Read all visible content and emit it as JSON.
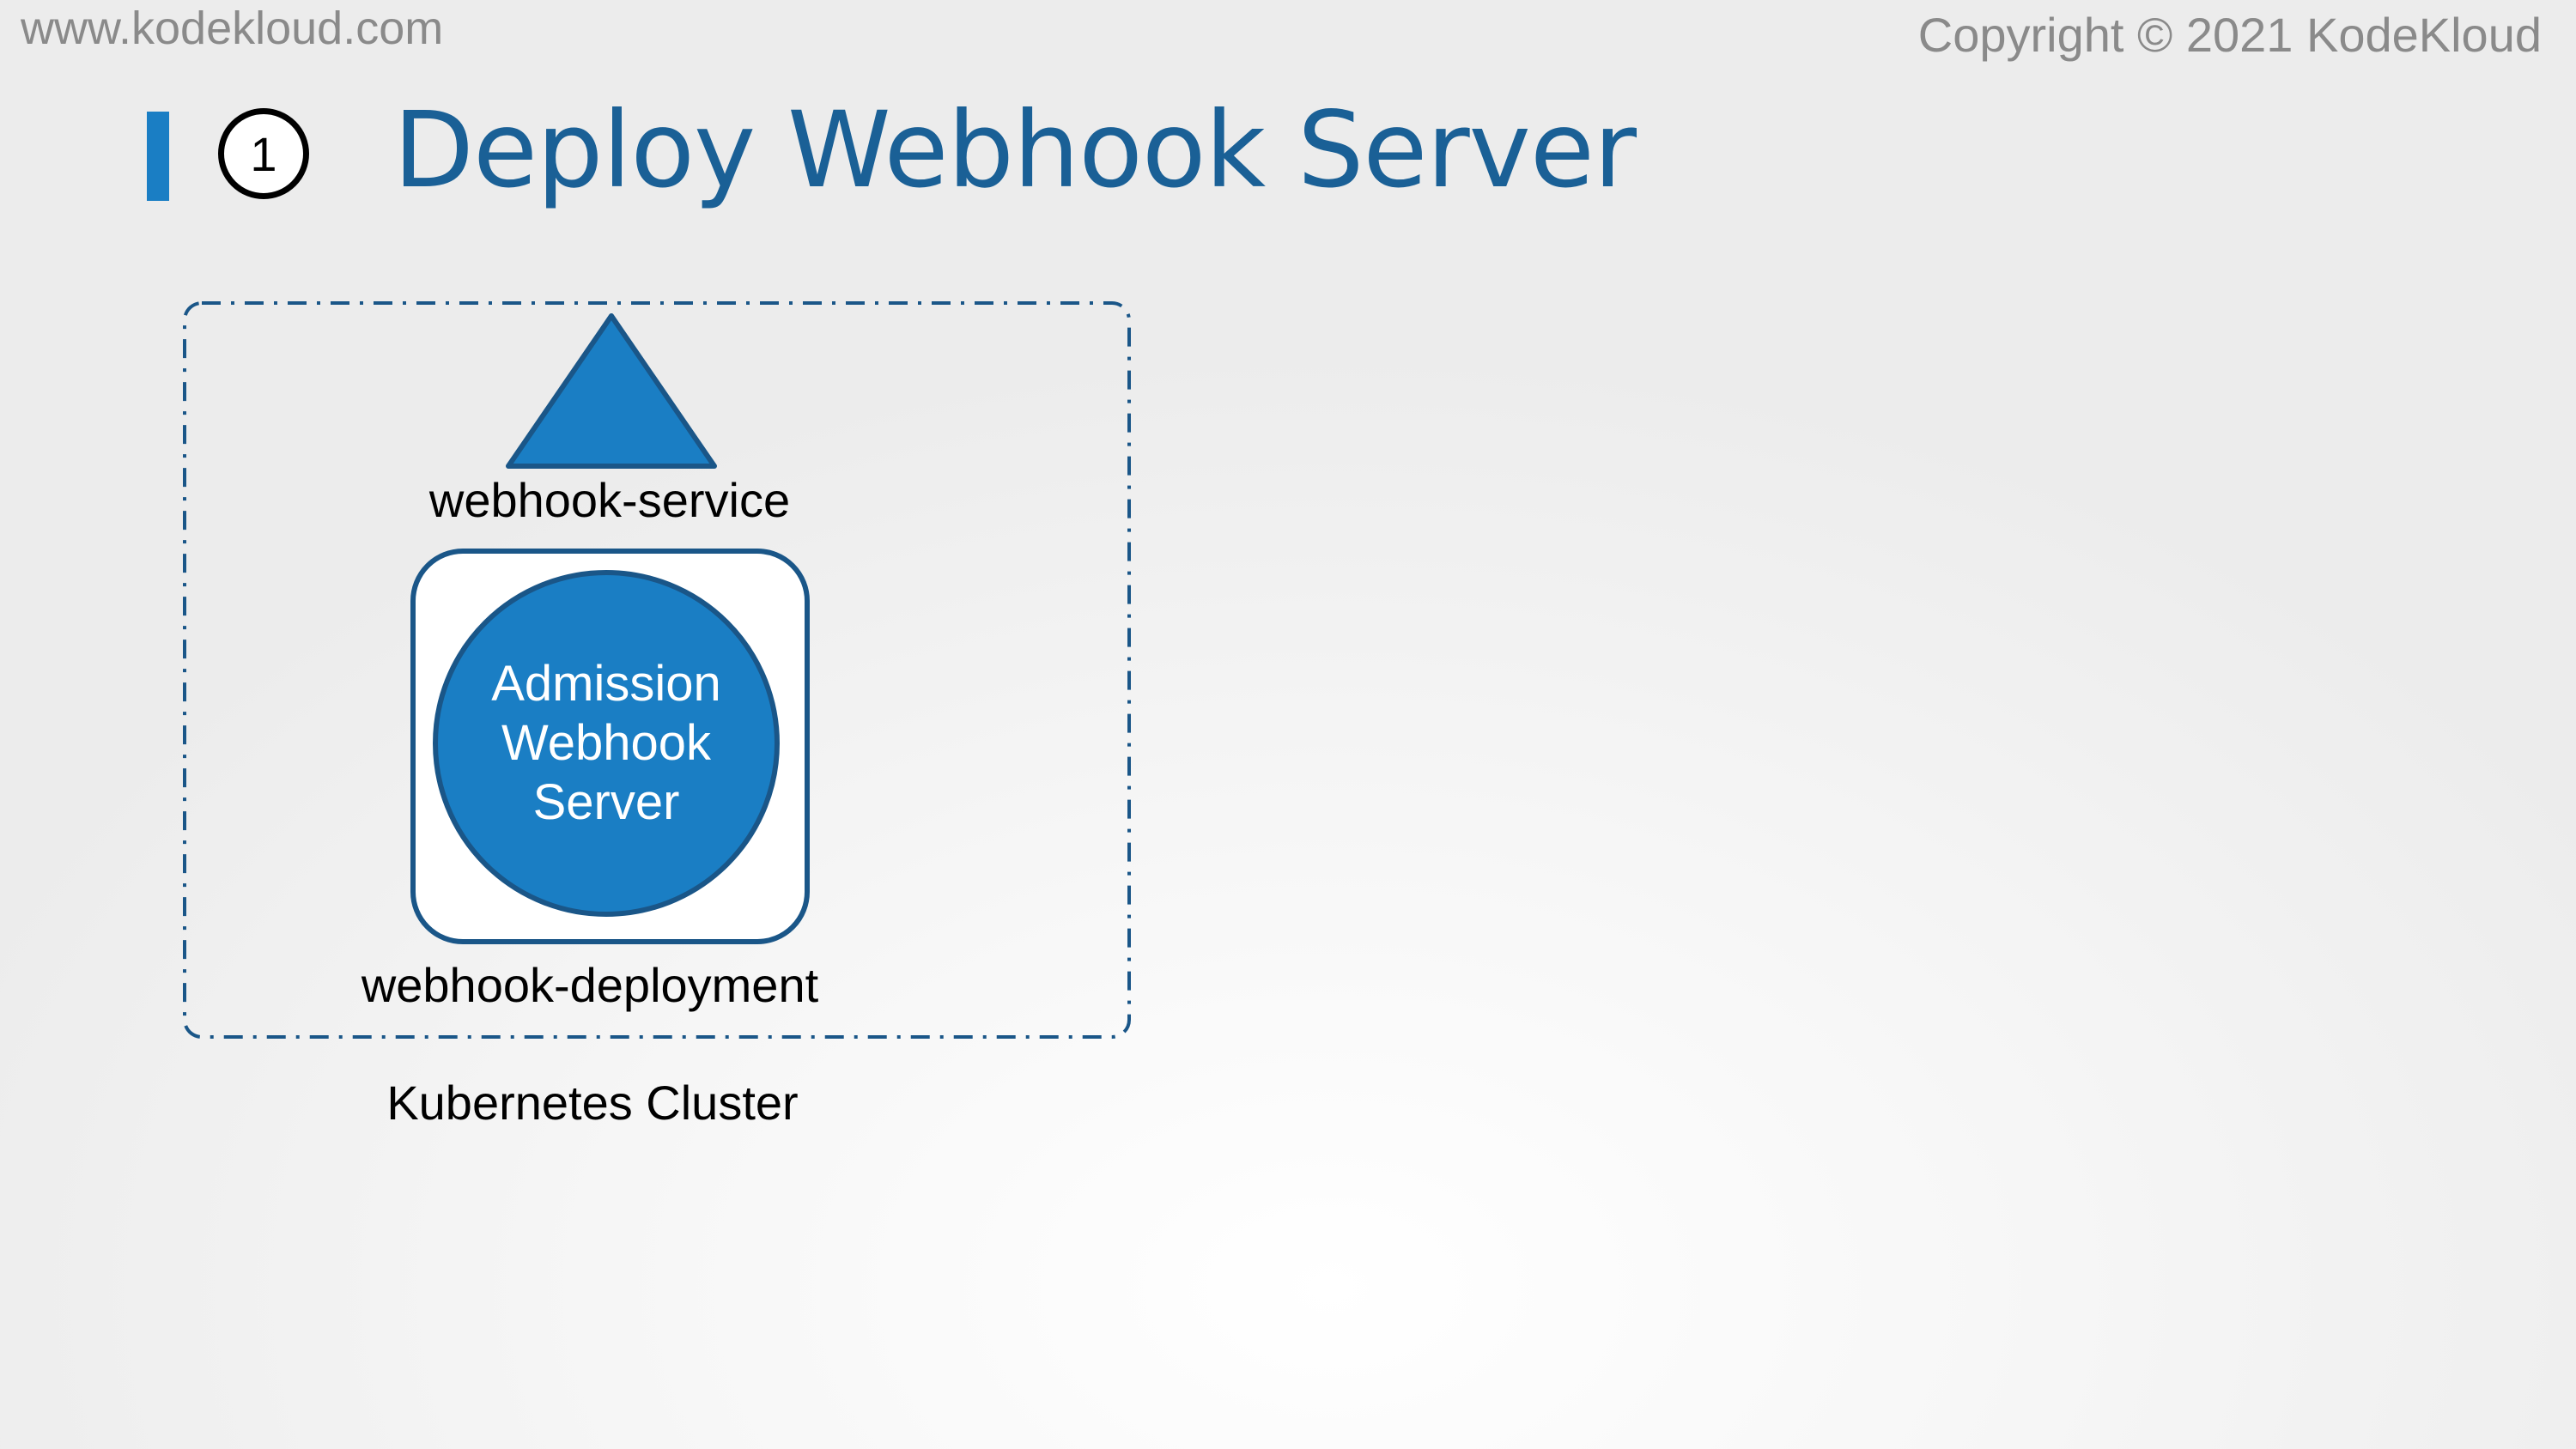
{
  "header": {
    "url": "www.kodekloud.com",
    "copyright": "Copyright © 2021 KodeKloud"
  },
  "slide": {
    "step_number": "1",
    "title": "Deploy Webhook Server"
  },
  "diagram": {
    "service_label": "webhook-service",
    "server_lines": [
      "Admission",
      "Webhook",
      "Server"
    ],
    "deployment_label": "webhook-deployment",
    "cluster_label": "Kubernetes Cluster"
  },
  "colors": {
    "title": "#1a6096",
    "accent_bar": "#1a7ec4",
    "shape_fill": "#1a7ec4",
    "shape_border": "#1a5688",
    "cluster_border": "#1a5688",
    "header_text": "#8a8a8a"
  }
}
